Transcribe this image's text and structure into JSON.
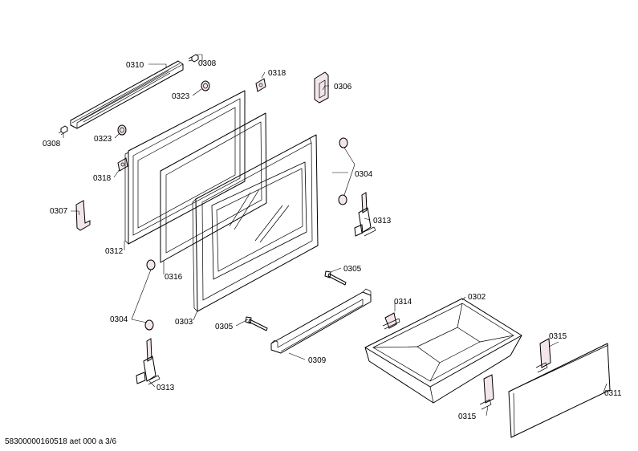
{
  "labels": {
    "p0310": "0310",
    "p0308a": "0308",
    "p0308b": "0308",
    "p0323a": "0323",
    "p0323b": "0323",
    "p0318a": "0318",
    "p0318b": "0318",
    "p0306": "0306",
    "p0304a": "0304",
    "p0304b": "0304",
    "p0307": "0307",
    "p0313a": "0313",
    "p0313b": "0313",
    "p0312": "0312",
    "p0316": "0316",
    "p0303": "0303",
    "p0305a": "0305",
    "p0305b": "0305",
    "p0309": "0309",
    "p0314": "0314",
    "p0302": "0302",
    "p0315a": "0315",
    "p0315b": "0315",
    "p0311": "0311"
  },
  "footer": "58300000160518 aet 000 a 3/6"
}
